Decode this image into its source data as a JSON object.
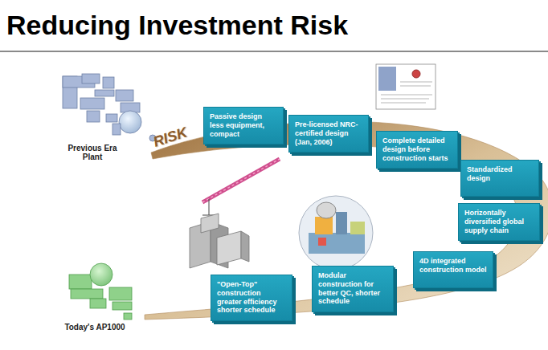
{
  "diagram": {
    "title": "Reducing Investment Risk",
    "nodes": [
      {
        "text": [
          "Passive design less equipment, compact"
        ]
      },
      {
        "text": [
          "Pre-licensed NRC-certified design (Jan, 2006)"
        ]
      },
      {
        "text": [
          "Complete detailed design before construction starts"
        ]
      },
      {
        "text": [
          "Standardized design"
        ]
      },
      {
        "text": [
          "Horizontally diversified global supply chain"
        ]
      },
      {
        "text": [
          "4D integrated construction model"
        ]
      },
      {
        "text": [
          "Modular construction for better QC, shorter schedule"
        ]
      },
      {
        "text": [
          "\"Open-Top\" construction greater efficiency shorter schedule"
        ]
      }
    ],
    "labels": [
      "Previous Era Plant",
      "RISK",
      "Today's AP1000"
    ]
  }
}
